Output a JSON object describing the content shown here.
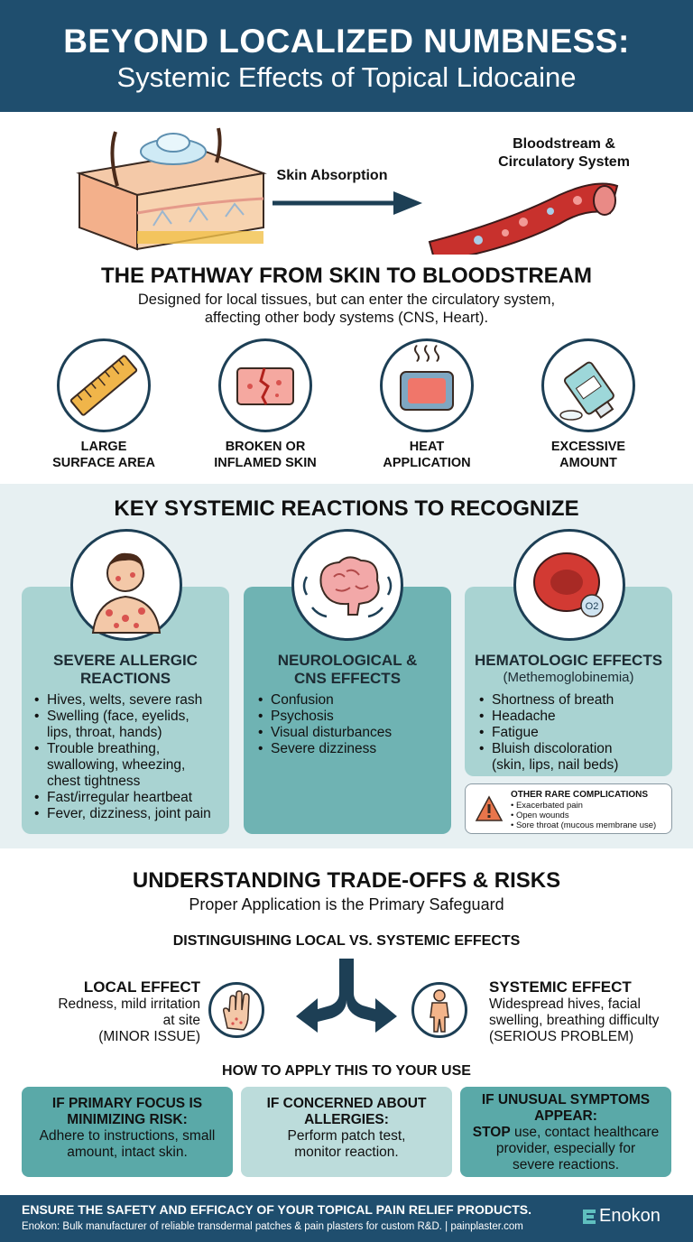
{
  "header": {
    "title": "BEYOND LOCALIZED NUMBNESS:",
    "subtitle": "Systemic Effects of Topical Lidocaine"
  },
  "pathway": {
    "arrow_label": "Skin Absorption",
    "bloodstream_label_1": "Bloodstream &",
    "bloodstream_label_2": "Circulatory System",
    "title": "THE PATHWAY FROM SKIN TO BLOODSTREAM",
    "description_1": "Designed for local tissues, but can enter the circulatory system,",
    "description_2": "affecting other body systems (CNS, Heart).",
    "factors": [
      {
        "line1": "LARGE",
        "line2": "SURFACE AREA",
        "icon": "ruler-icon"
      },
      {
        "line1": "BROKEN OR",
        "line2": "INFLAMED SKIN",
        "icon": "broken-skin-icon"
      },
      {
        "line1": "HEAT",
        "line2": "APPLICATION",
        "icon": "heat-pad-icon"
      },
      {
        "line1": "EXCESSIVE",
        "line2": "AMOUNT",
        "icon": "cream-tube-icon"
      }
    ]
  },
  "reactions": {
    "title": "KEY SYSTEMIC REACTIONS TO RECOGNIZE",
    "cards": [
      {
        "title_1": "SEVERE ALLERGIC",
        "title_2": "REACTIONS",
        "items": [
          "Hives, welts, severe rash",
          "Swelling (face, eyelids,",
          "lips, throat, hands)",
          "Trouble breathing,",
          "swallowing, wheezing,",
          "chest tightness",
          "Fast/irregular heartbeat",
          "Fever, dizziness, joint pain"
        ]
      },
      {
        "title_1": "NEUROLOGICAL &",
        "title_2": "CNS EFFECTS",
        "items": [
          "Confusion",
          "Psychosis",
          "Visual disturbances",
          "Severe dizziness"
        ]
      },
      {
        "title_1": "HEMATOLOGIC EFFECTS",
        "subtitle": "(Methemoglobinemia)",
        "items": [
          "Shortness of breath",
          "Headache",
          "Fatigue",
          "Bluish discoloration",
          "(skin, lips, nail beds)"
        ],
        "o2_label": "O2"
      }
    ],
    "rare": {
      "title": "OTHER RARE COMPLICATIONS",
      "items": [
        "Exacerbated pain",
        "Open wounds",
        "Sore throat (mucous membrane use)"
      ]
    }
  },
  "tradeoffs": {
    "title": "UNDERSTANDING TRADE-OFFS & RISKS",
    "subtitle": "Proper Application is the Primary Safeguard",
    "distinguish_title": "DISTINGUISHING LOCAL VS. SYSTEMIC EFFECTS",
    "local": {
      "title": "LOCAL EFFECT",
      "line1": "Redness, mild irritation",
      "line2": "at site",
      "line3": "(MINOR ISSUE)"
    },
    "systemic": {
      "title": "SYSTEMIC EFFECT",
      "line1": "Widespread hives, facial",
      "line2": "swelling, breathing difficulty",
      "line3": "(SERIOUS PROBLEM)"
    },
    "apply_title": "HOW TO APPLY THIS TO YOUR USE",
    "apply": [
      {
        "h1": "IF PRIMARY FOCUS IS",
        "h2": "MINIMIZING RISK:",
        "b1": "Adhere to instructions, small",
        "b2": "amount, intact skin.",
        "b3": ""
      },
      {
        "h1": "IF CONCERNED ABOUT",
        "h2": "ALLERGIES:",
        "b1": "Perform patch test,",
        "b2": "monitor reaction.",
        "b3": ""
      },
      {
        "h1": "IF UNUSUAL SYMPTOMS",
        "h2": "APPEAR:",
        "b1_bold": "STOP",
        "b1": " use, contact healthcare",
        "b2": "provider, especially for",
        "b3": "severe reactions."
      }
    ]
  },
  "footer": {
    "headline": "ENSURE THE SAFETY AND EFFICACY OF YOUR TOPICAL PAIN RELIEF PRODUCTS.",
    "tagline": "Enokon: Bulk manufacturer of reliable transdermal patches & pain plasters for custom R&D. | painplaster.com",
    "brand": "Enokon"
  },
  "colors": {
    "navy": "#1f4e6e",
    "teal_card": "#a9d3d2",
    "teal_dark": "#6fb3b3",
    "light_bg": "#e7f0f2",
    "apply_teal": "#5aa9a8",
    "apply_light": "#bcdcdb"
  }
}
